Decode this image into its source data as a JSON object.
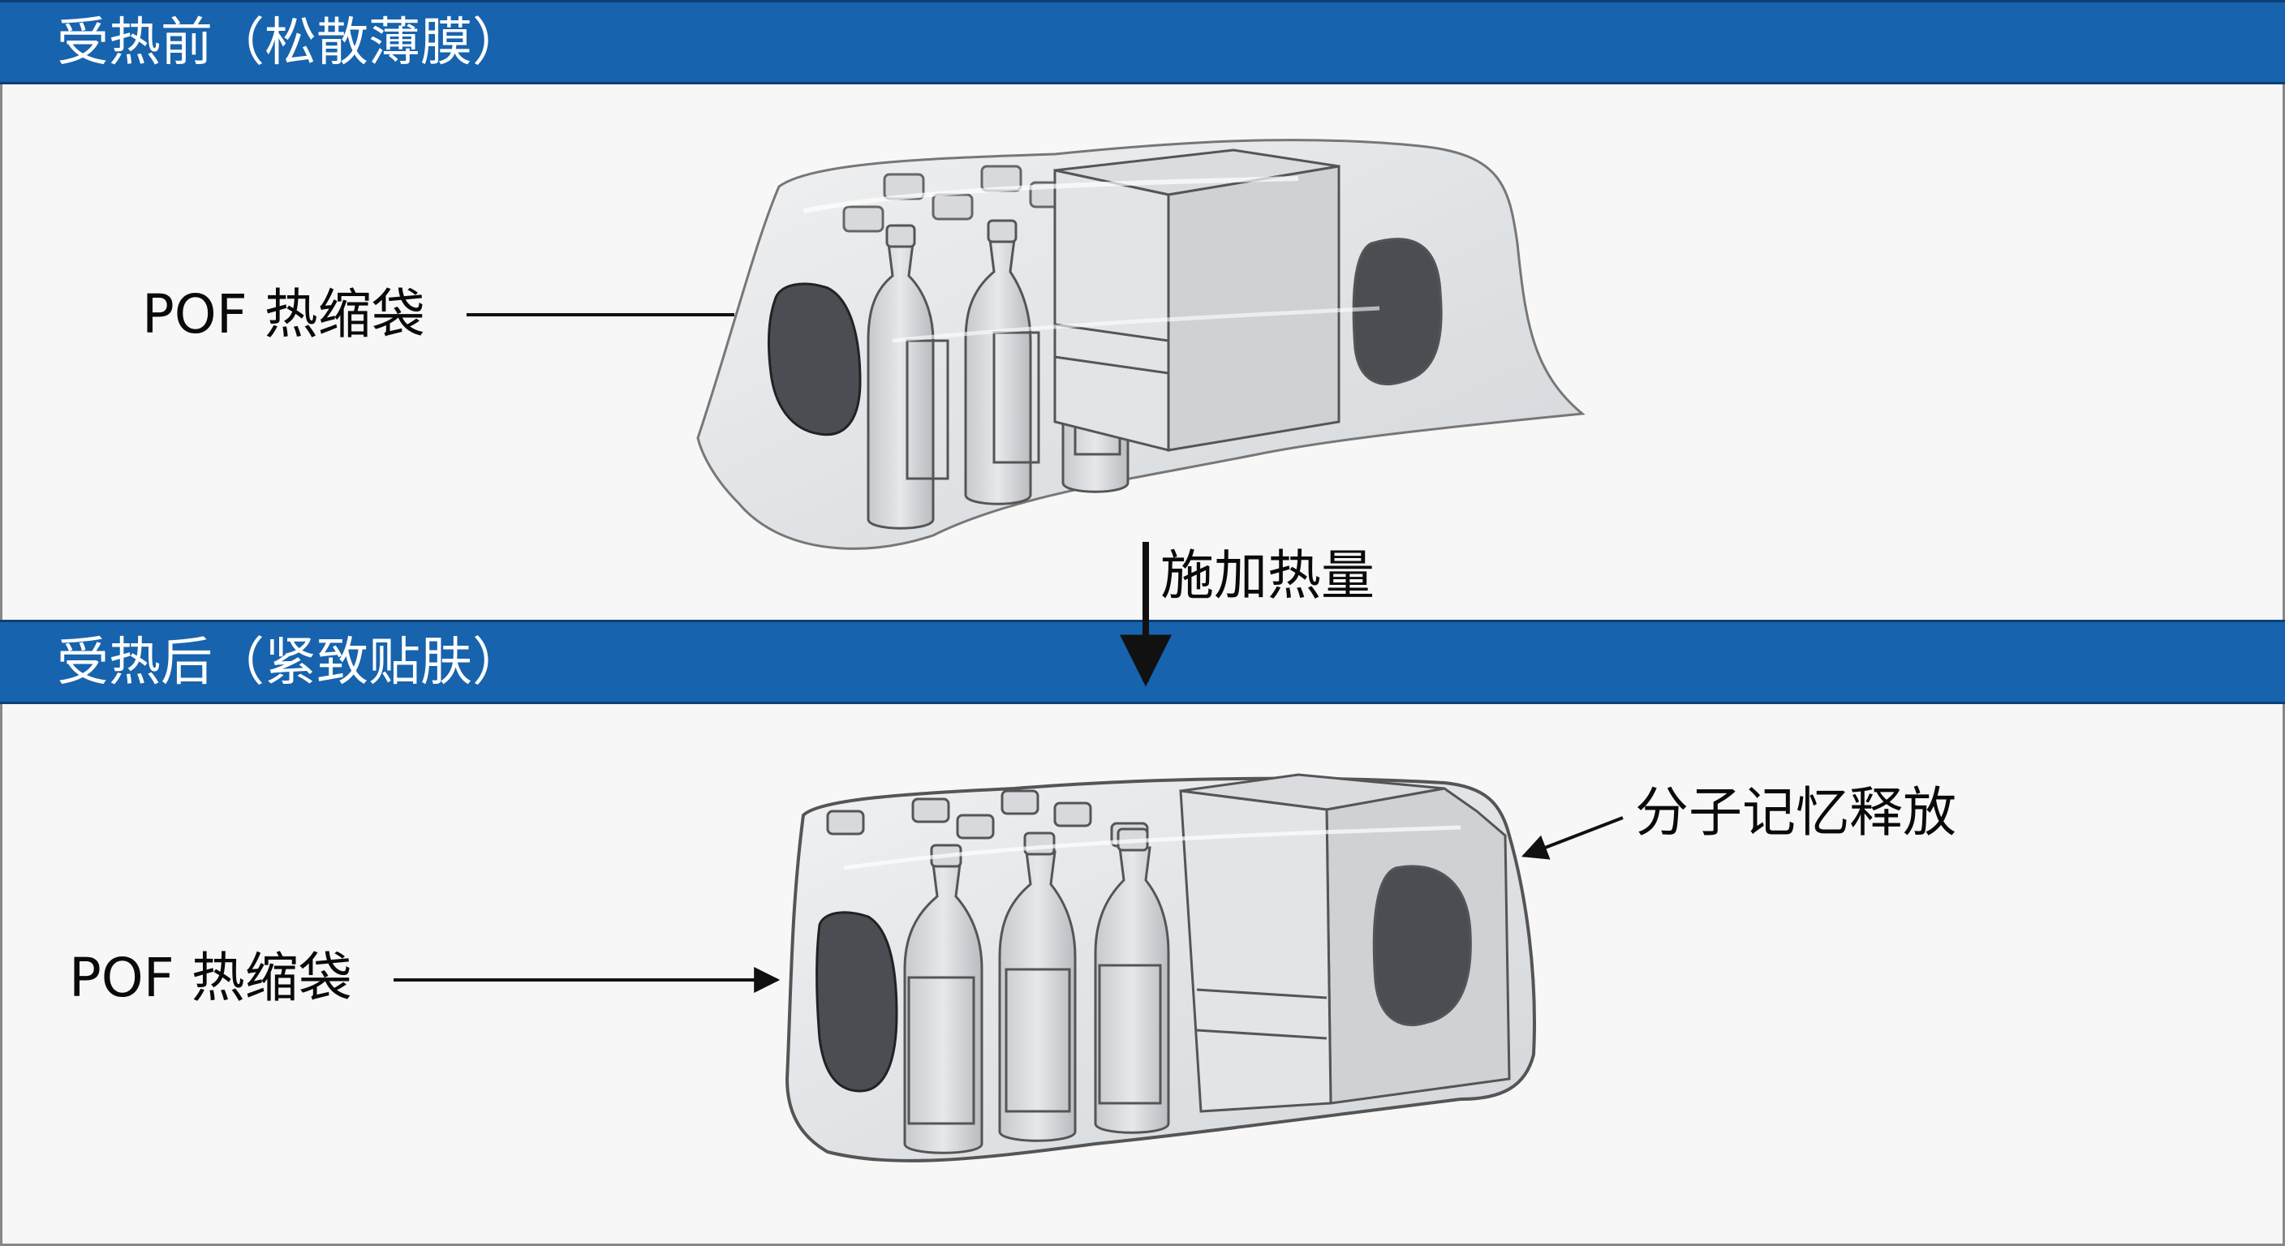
{
  "sections": {
    "before": {
      "title": "受热前（松散薄膜）"
    },
    "after": {
      "title": "受热后（紧致贴肤）"
    }
  },
  "labels": {
    "pof_bag_top": "POF 热缩袋",
    "apply_heat": "施加热量",
    "pof_bag_bottom": "POF 热缩袋",
    "molecular_memory": "分子记忆释放"
  },
  "colors": {
    "header_blue": "#1763ad",
    "film_gray": "#dcdfe3",
    "box_gray": "#cfd1d4",
    "handle_dark": "#4a4d52"
  }
}
